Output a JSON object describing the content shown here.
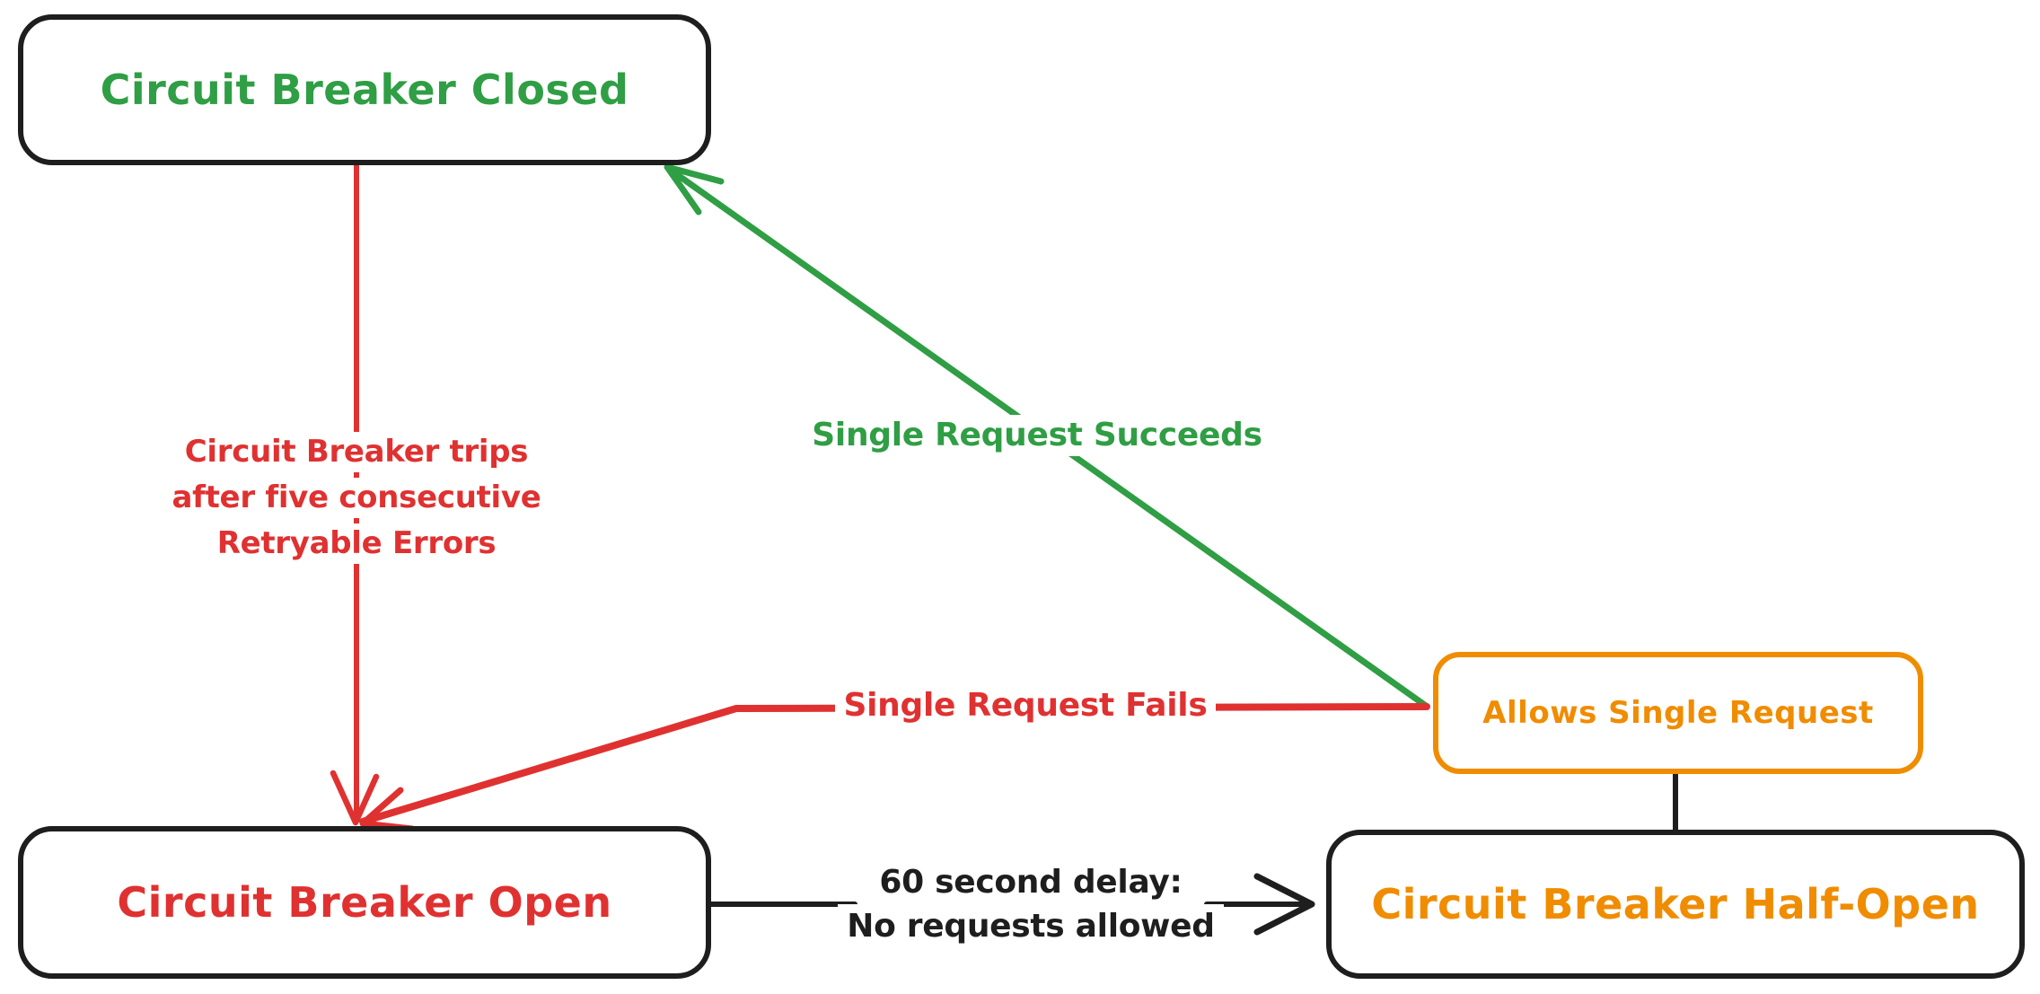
{
  "colors": {
    "green": "#2f9e44",
    "red": "#e03131",
    "orange": "#f08c00",
    "ink": "#1e1e1e",
    "bg": "#ffffff"
  },
  "nodes": {
    "closed": {
      "label": "Circuit Breaker Closed"
    },
    "open": {
      "label": "Circuit Breaker Open"
    },
    "half_open": {
      "label": "Circuit Breaker Half-Open"
    },
    "allows": {
      "label": "Allows Single Request"
    }
  },
  "edges": {
    "trips": {
      "from": "closed",
      "to": "open",
      "color": "red",
      "arrow": true,
      "label_lines": [
        "Circuit Breaker trips",
        "after five consecutive",
        "Retryable Errors"
      ]
    },
    "succeeds": {
      "from": "allows",
      "to": "closed",
      "color": "green",
      "arrow": true,
      "label": "Single Request Succeeds"
    },
    "fails": {
      "from": "allows",
      "to": "open",
      "color": "red",
      "arrow": true,
      "label": "Single Request Fails"
    },
    "delay": {
      "from": "open",
      "to": "half_open",
      "color": "black",
      "arrow": true,
      "label_lines": [
        "60 second delay:",
        "No requests allowed"
      ]
    },
    "probe": {
      "from": "allows",
      "to": "half_open",
      "color": "black",
      "arrow": false
    }
  }
}
